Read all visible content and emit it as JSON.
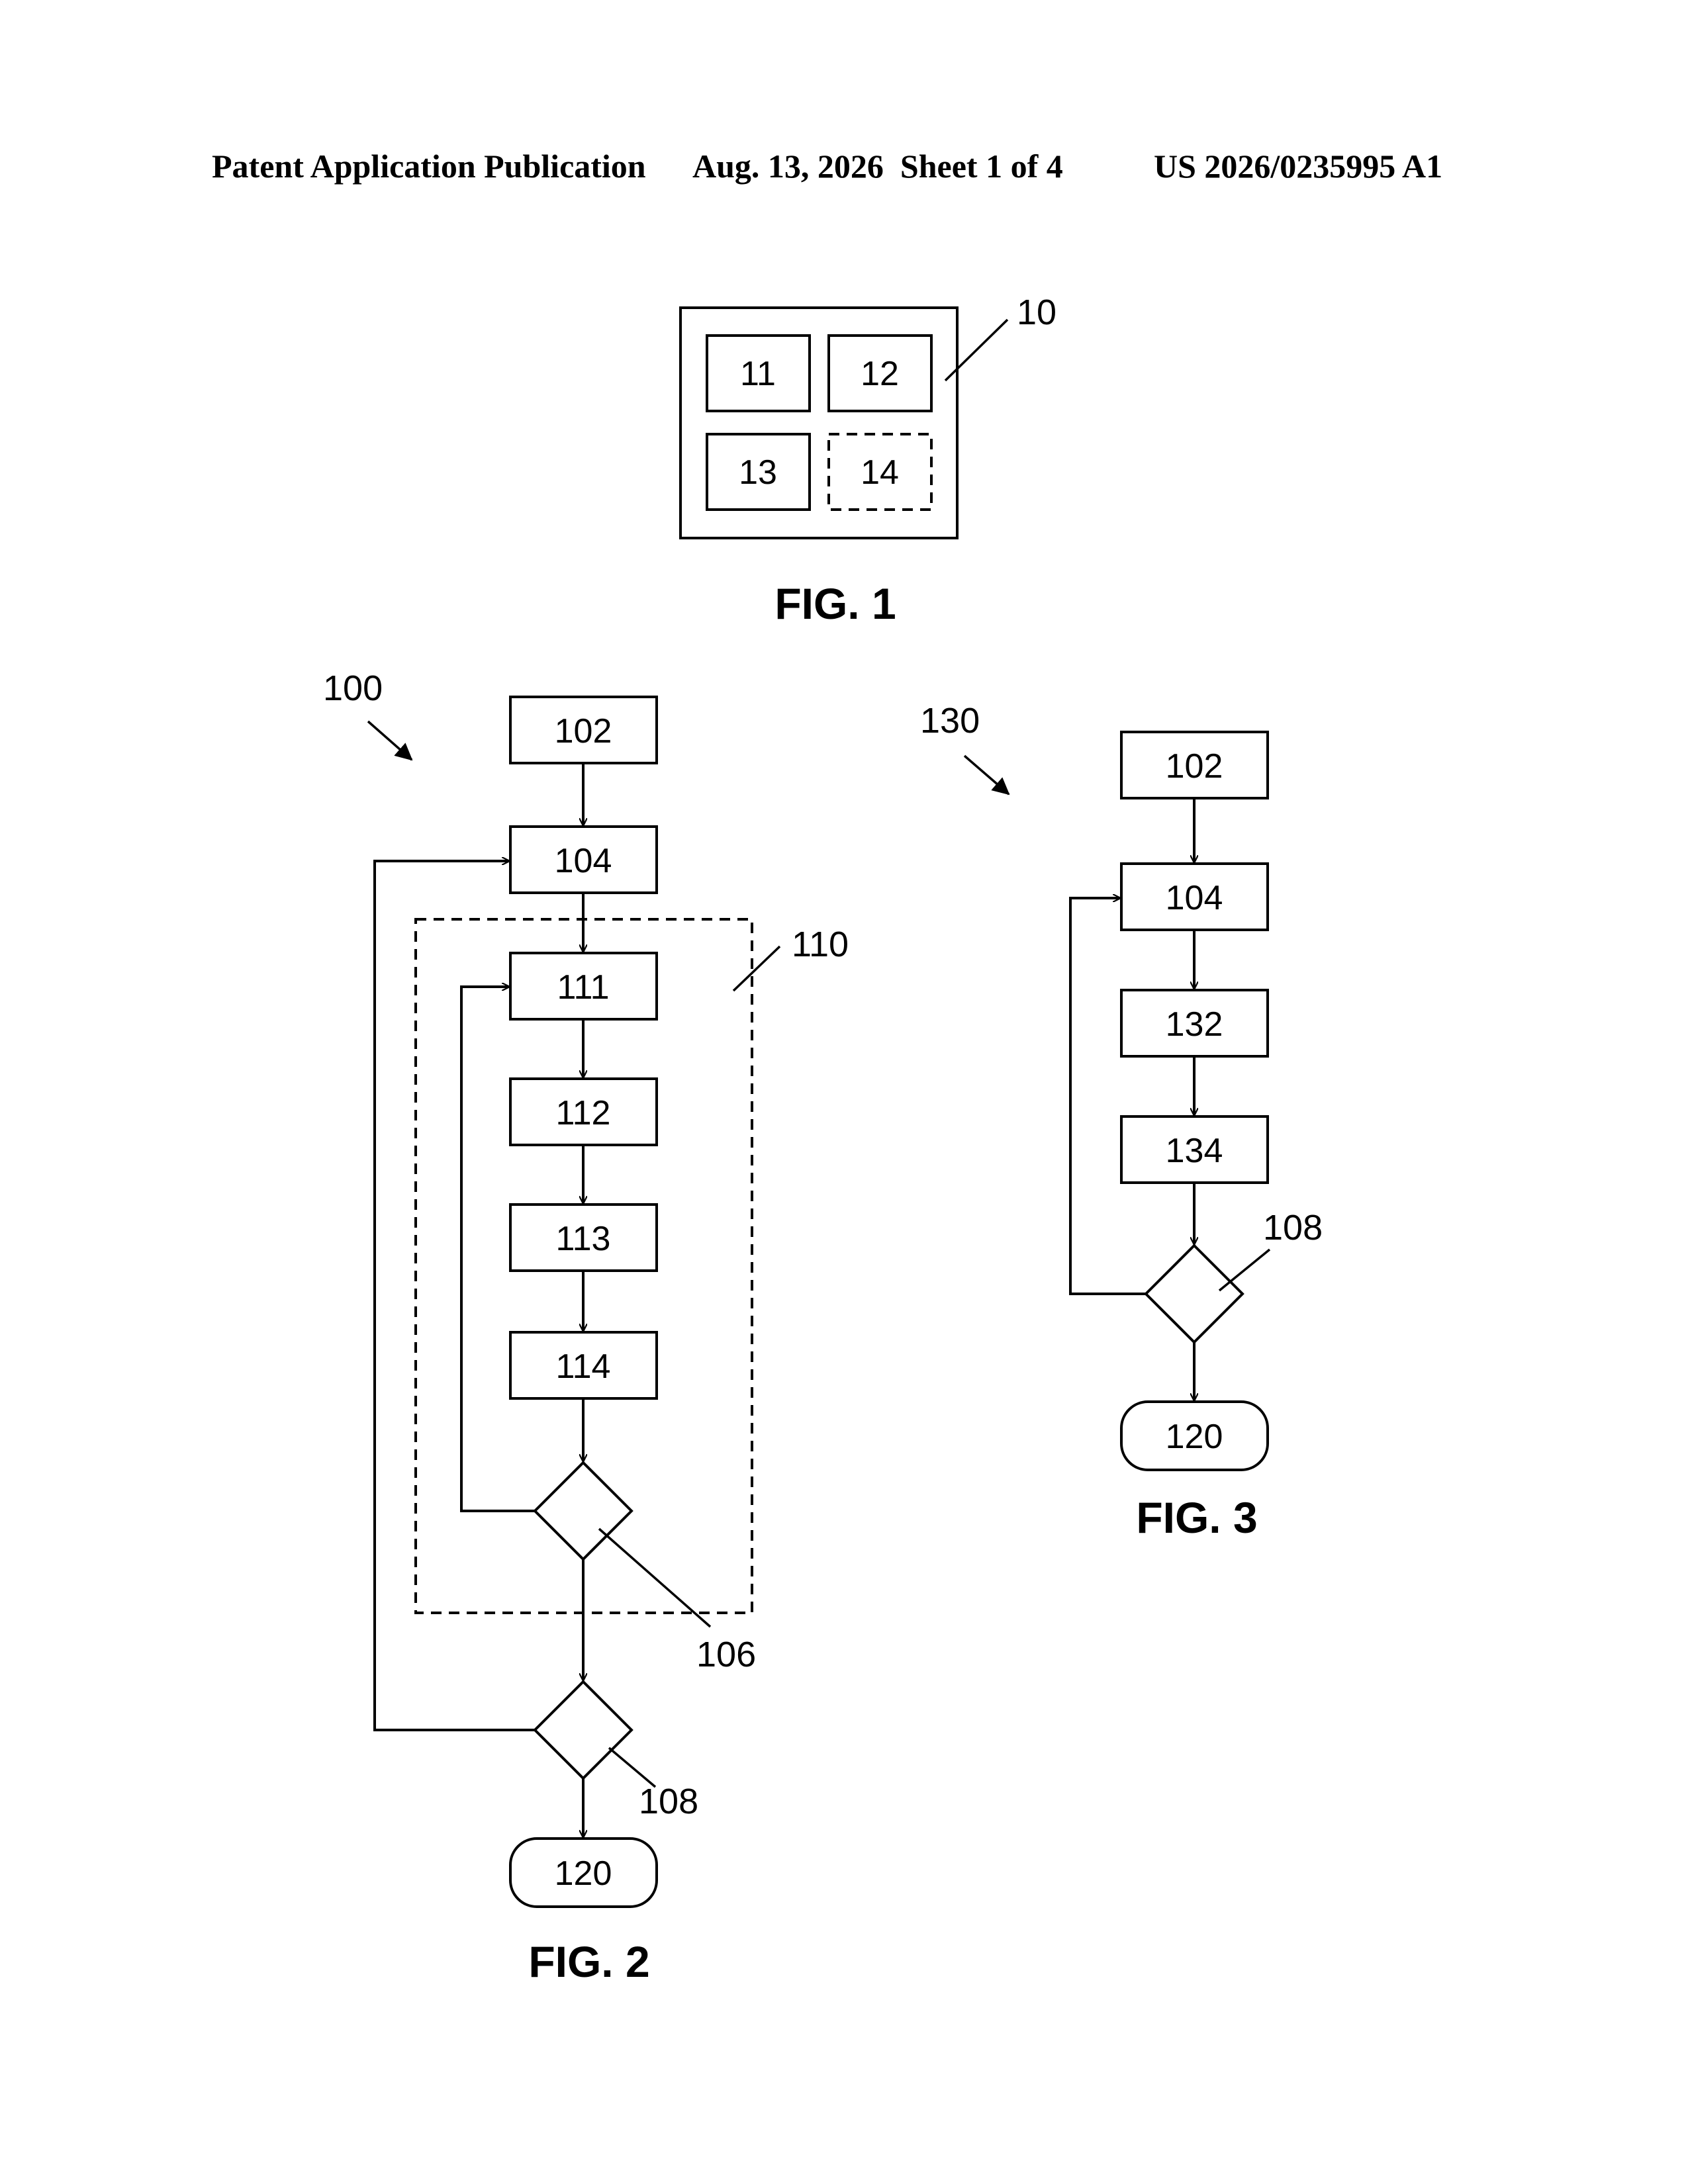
{
  "header": {
    "left": "Patent Application Publication",
    "middle": "Aug. 13, 2026  Sheet 1 of 4",
    "right": "US 2026/0235995 A1"
  },
  "fig1": {
    "caption": "FIG. 1",
    "ref": "10",
    "modules": [
      "11",
      "12",
      "13",
      "14"
    ]
  },
  "fig2": {
    "caption": "FIG. 2",
    "ref": "100",
    "group_ref": "110",
    "steps": [
      "102",
      "104",
      "111",
      "112",
      "113",
      "114"
    ],
    "decision_inner": "106",
    "decision_outer": "108",
    "end": "120"
  },
  "fig3": {
    "caption": "FIG. 3",
    "ref": "130",
    "steps": [
      "102",
      "104",
      "132",
      "134"
    ],
    "decision": "108",
    "end": "120"
  }
}
